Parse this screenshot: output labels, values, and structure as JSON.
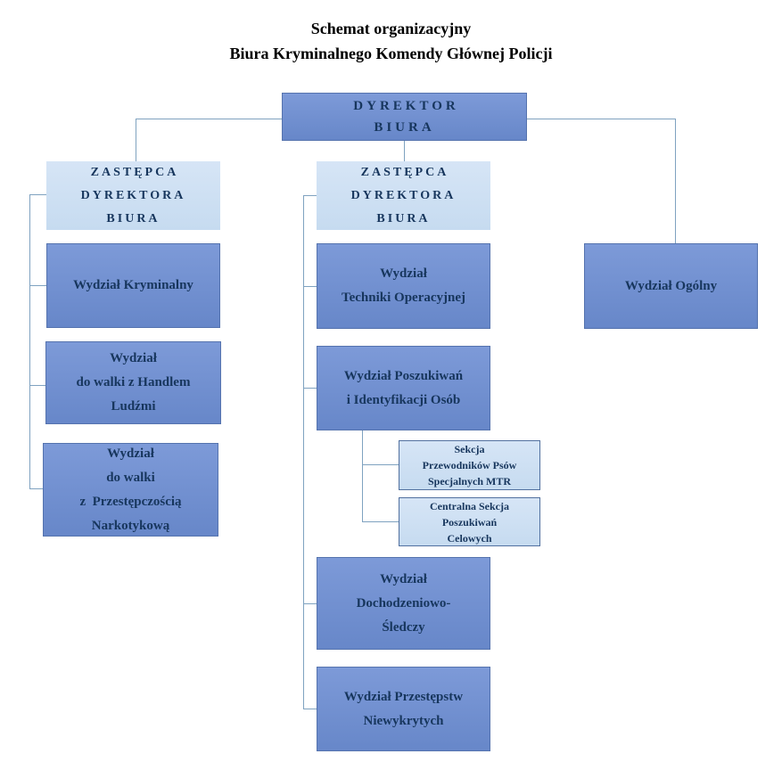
{
  "title": {
    "line1": "Schemat organizacyjny",
    "line2": "Biura Kryminalnego Komendy Głównej Policji"
  },
  "nodes": {
    "director": {
      "label": "DYREKTOR\nBIURA"
    },
    "deputy_left": {
      "label": "ZASTĘPCA\nDYREKTORA\nBIURA"
    },
    "deputy_mid": {
      "label": "ZASTĘPCA\nDYREKTORA\nBIURA"
    },
    "kryminalny": {
      "label": "Wydział Kryminalny"
    },
    "handlem": {
      "label": "Wydział\ndo walki z Handlem\nLudźmi"
    },
    "narkotykowa": {
      "label": "Wydział\ndo walki\nz  Przestępczością\nNarkotykową"
    },
    "techniki": {
      "label": "Wydział\nTechniki Operacyjnej"
    },
    "poszukiwan": {
      "label": "Wydział Poszukiwań\ni Identyfikacji Osób"
    },
    "sekcja_psow": {
      "label": "Sekcja\nPrzewodników Psów\nSpecjalnych MTR"
    },
    "centralna_sekcja": {
      "label": "Centralna Sekcja\nPoszukiwań\nCelowych"
    },
    "dochodzeniowo": {
      "label": "Wydział\nDochodzeniowo-\nŚledczy"
    },
    "przestepstw": {
      "label": "Wydział Przestępstw\nNiewykrytych"
    },
    "ogolny": {
      "label": "Wydział Ogólny"
    }
  },
  "structure": {
    "root": "director",
    "tree": {
      "director": [
        "deputy_left",
        "deputy_mid",
        "ogolny"
      ],
      "deputy_left": [
        "kryminalny",
        "handlem",
        "narkotykowa"
      ],
      "deputy_mid": [
        "techniki",
        "poszukiwan",
        "dochodzeniowo",
        "przestepstw"
      ],
      "poszukiwan": [
        "sekcja_psow",
        "centralna_sekcja"
      ]
    }
  },
  "colors": {
    "ink": "#17365d",
    "title_ink": "#000000",
    "box_fill_top": "#7d9ad8",
    "box_fill_bottom": "#6787c9",
    "box_edge": "#5573ae",
    "light_fill_top": "#d6e5f6",
    "light_fill_bottom": "#c6dbf0",
    "small_edge": "#51709f",
    "line": "#7fa2c0"
  }
}
